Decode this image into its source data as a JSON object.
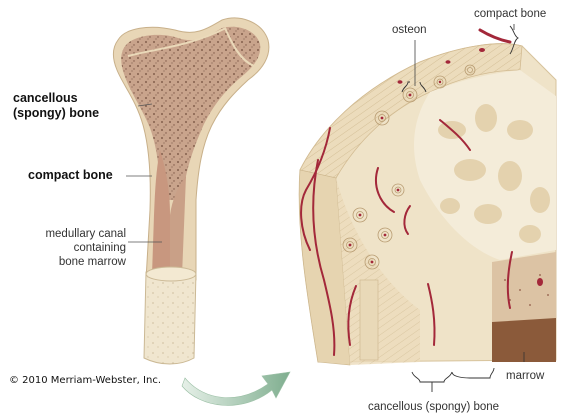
{
  "left_labels": {
    "cancellous_line1": "cancellous",
    "cancellous_line2": "(spongy) bone",
    "compact": "compact bone",
    "medullary_line1": "medullary canal",
    "medullary_line2": "containing",
    "medullary_line3": "bone marrow"
  },
  "right_labels": {
    "osteon": "osteon",
    "compact": "compact bone",
    "marrow": "marrow",
    "cancellous": "cancellous (spongy) bone"
  },
  "copyright": "© 2010 Merriam-Webster, Inc.",
  "colors": {
    "bone_tan": "#e6d2b0",
    "spongy_brown": "#c9a48c",
    "canal_brown": "#c89a82",
    "vessel_red": "#a3283a",
    "cross_section_cream": "#efe3c8",
    "marrow_brown": "#8b5a3a",
    "arrow_green": "#8fb79b"
  }
}
